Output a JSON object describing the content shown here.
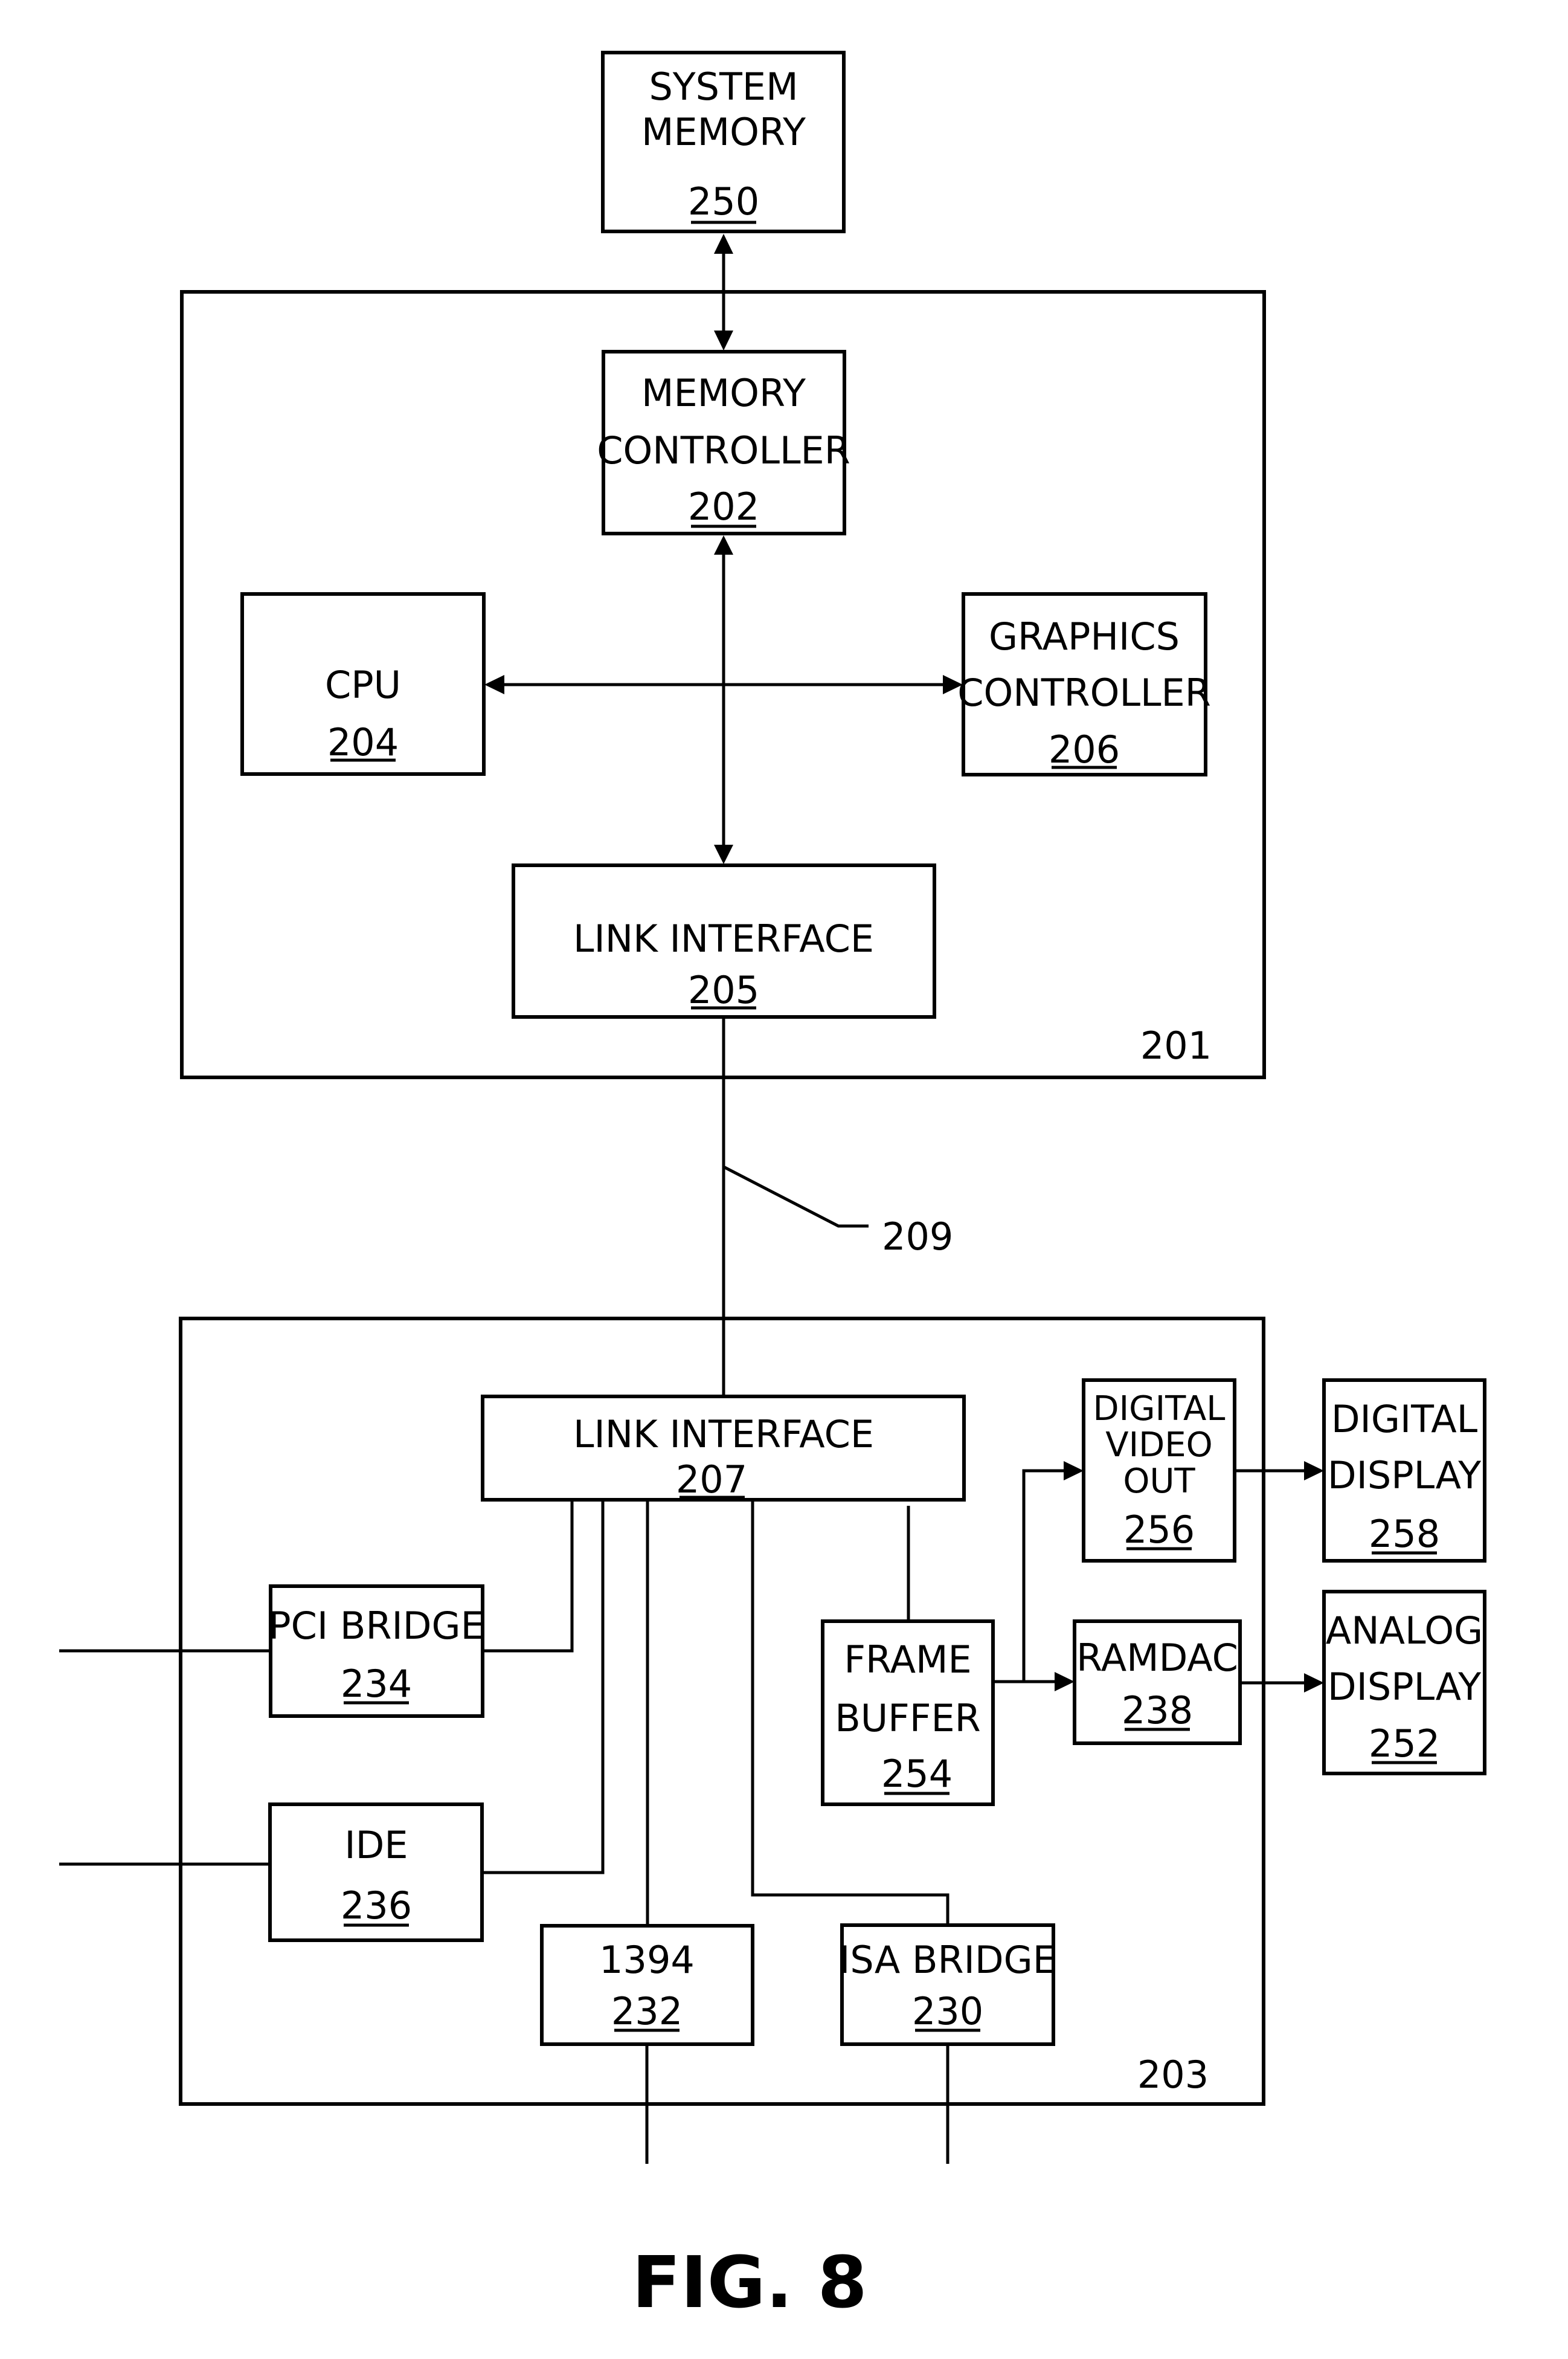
{
  "figure": {
    "caption": "FIG. 8",
    "line_color": "#000000",
    "background": "#ffffff"
  },
  "containers": [
    {
      "id": "201",
      "ref": "201"
    },
    {
      "id": "203",
      "ref": "203"
    }
  ],
  "blocks": {
    "system_memory": {
      "lines": [
        "SYSTEM",
        "MEMORY"
      ],
      "ref": "250"
    },
    "memory_controller": {
      "lines": [
        "MEMORY",
        "CONTROLLER"
      ],
      "ref": "202"
    },
    "cpu": {
      "lines": [
        "CPU"
      ],
      "ref": "204"
    },
    "graphics_controller": {
      "lines": [
        "GRAPHICS",
        "CONTROLLER"
      ],
      "ref": "206"
    },
    "link_interface_205": {
      "lines": [
        "LINK INTERFACE"
      ],
      "ref": "205"
    },
    "link_interface_207": {
      "lines": [
        "LINK INTERFACE"
      ],
      "ref": "207"
    },
    "pci_bridge": {
      "lines": [
        "PCI BRIDGE"
      ],
      "ref": "234"
    },
    "ide": {
      "lines": [
        "IDE"
      ],
      "ref": "236"
    },
    "firewire_1394": {
      "lines": [
        "1394"
      ],
      "ref": "232"
    },
    "isa_bridge": {
      "lines": [
        "ISA BRIDGE"
      ],
      "ref": "230"
    },
    "frame_buffer": {
      "lines": [
        "FRAME",
        "BUFFER"
      ],
      "ref": "254"
    },
    "digital_video_out": {
      "lines": [
        "DIGITAL",
        "VIDEO",
        "OUT"
      ],
      "ref": "256"
    },
    "ramdac": {
      "lines": [
        "RAMDAC"
      ],
      "ref": "238"
    },
    "digital_display": {
      "lines": [
        "DIGITAL",
        "DISPLAY"
      ],
      "ref": "258"
    },
    "analog_display": {
      "lines": [
        "ANALOG",
        "DISPLAY"
      ],
      "ref": "252"
    }
  },
  "annotations": {
    "link_bus": {
      "ref": "209"
    }
  },
  "connections": [
    {
      "from": "system_memory",
      "to": "memory_controller",
      "type": "bidirectional"
    },
    {
      "from": "memory_controller",
      "to": "link_interface_205",
      "type": "bidirectional"
    },
    {
      "from": "cpu",
      "to": "graphics_controller",
      "type": "bidirectional"
    },
    {
      "from": "link_interface_205",
      "to": "link_interface_207",
      "type": "line",
      "label": "209"
    },
    {
      "from": "link_interface_207",
      "to": "pci_bridge",
      "type": "line"
    },
    {
      "from": "link_interface_207",
      "to": "ide",
      "type": "line"
    },
    {
      "from": "link_interface_207",
      "to": "firewire_1394",
      "type": "line"
    },
    {
      "from": "link_interface_207",
      "to": "isa_bridge",
      "type": "line"
    },
    {
      "from": "link_interface_207",
      "to": "frame_buffer",
      "type": "line"
    },
    {
      "from": "frame_buffer",
      "to": "digital_video_out",
      "type": "arrow"
    },
    {
      "from": "frame_buffer",
      "to": "ramdac",
      "type": "arrow"
    },
    {
      "from": "digital_video_out",
      "to": "digital_display",
      "type": "arrow"
    },
    {
      "from": "ramdac",
      "to": "analog_display",
      "type": "arrow"
    }
  ]
}
